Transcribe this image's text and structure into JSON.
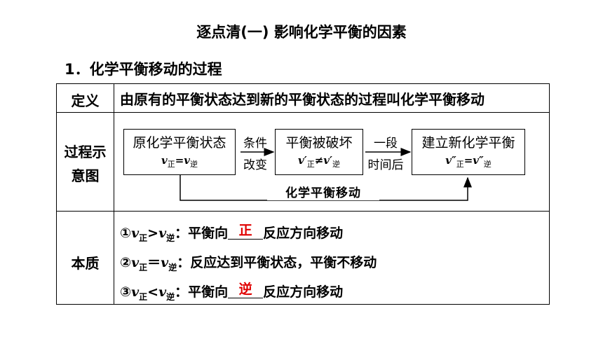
{
  "title": "逐点清(一) 影响化学平衡的因素",
  "heading": "1．化学平衡移动的过程",
  "table": {
    "definition": {
      "label": "定义",
      "text": "由原有的平衡状态达到新的平衡状态的过程叫化学平衡移动"
    },
    "process": {
      "label_line1": "过程示",
      "label_line2": "意图",
      "box1_top": "原化学平衡状态",
      "box1_bottom": "v正=v逆",
      "arrow1_top": "条件",
      "arrow1_bottom": "改变",
      "box2_top": "平衡被破坏",
      "box2_bottom": "v′正≠v′逆",
      "arrow2_top": "一段",
      "arrow2_bottom": "时间后",
      "box3_top": "建立新化学平衡",
      "box3_bottom": "v″正=v″逆",
      "return_label": "化学平衡移动"
    },
    "essence": {
      "label": "本质",
      "items": [
        {
          "marker": "①",
          "v1": "v",
          "s1": "正",
          "op": ">",
          "v2": "v",
          "s2": "逆",
          "prefix": "：平衡向",
          "blank": "正",
          "suffix": "反应方向移动"
        },
        {
          "marker": "②",
          "v1": "v",
          "s1": "正",
          "op": "＝",
          "v2": "v",
          "s2": "逆",
          "prefix": "：反应达到平衡状态，平衡不移动",
          "blank": "",
          "suffix": ""
        },
        {
          "marker": "③",
          "v1": "v",
          "s1": "正",
          "op": "<",
          "v2": "v",
          "s2": "逆",
          "prefix": "：平衡向",
          "blank": "逆",
          "suffix": "反应方向移动"
        }
      ]
    }
  },
  "colors": {
    "answer": "#e00000"
  }
}
